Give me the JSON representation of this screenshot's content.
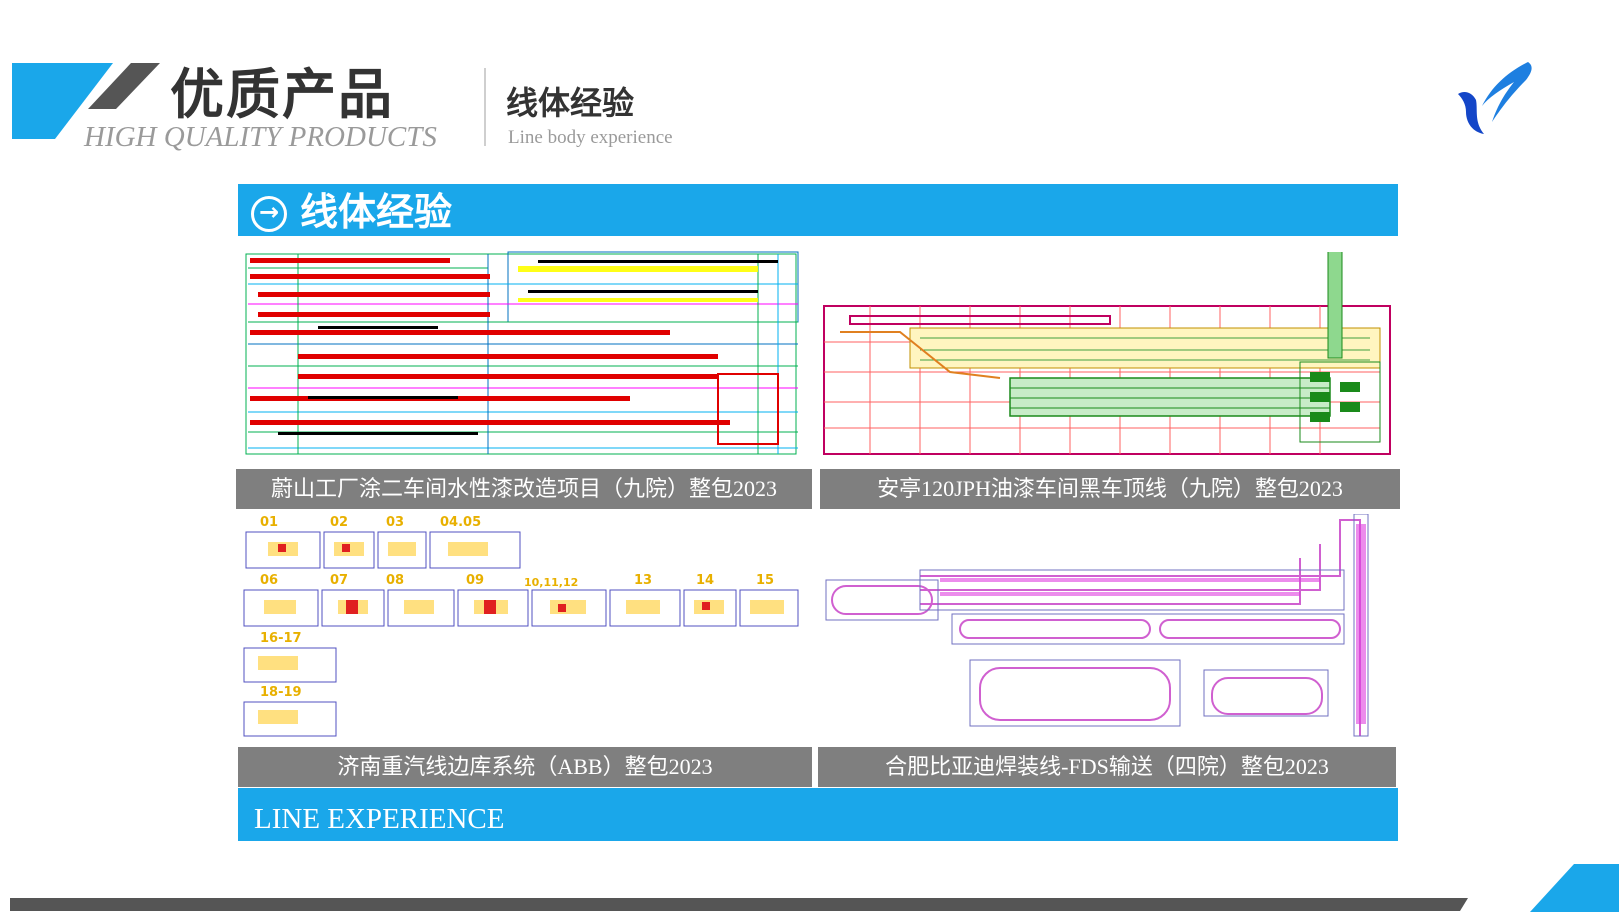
{
  "header": {
    "title": "优质产品",
    "subtitle": "HIGH QUALITY PRODUCTS",
    "section_title": "线体经验",
    "section_subtitle": "Line body experience"
  },
  "content": {
    "bar_title": "线体经验",
    "projects": [
      {
        "caption": "蔚山工厂涂二车间水性漆改造项目（九院）整包2023"
      },
      {
        "caption": "安亭120JPH油漆车间黑车顶线（九院）整包2023"
      },
      {
        "caption": "济南重汽线边库系统（ABB）整包2023"
      },
      {
        "caption": "合肥比亚迪焊装线-FDS输送（四院）整包2023"
      }
    ],
    "layout_labels": {
      "row1": [
        "01",
        "02",
        "03",
        "04.05"
      ],
      "row2": [
        "06",
        "07",
        "08",
        "09",
        "10,11,12",
        "13",
        "14",
        "15"
      ],
      "row3": [
        "16-17"
      ],
      "row4": [
        "18-19"
      ]
    },
    "bottom_text": "LINE EXPERIENCE"
  },
  "colors": {
    "accent_blue": "#1aa7ea",
    "caption_gray": "#7f7f7f",
    "dark_gray": "#555555"
  },
  "icons": {
    "logo": "bird-logo-icon",
    "bar_arrow": "arrow-right-circle-icon"
  }
}
